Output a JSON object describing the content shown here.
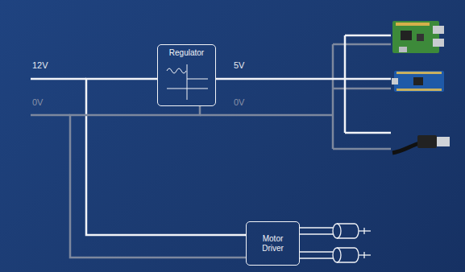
{
  "diagram": {
    "nodes": [
      {
        "text": [
          "Regulator"
        ]
      },
      {
        "text": [
          "Motor Driver"
        ]
      }
    ],
    "edges": [
      {
        "from": 0,
        "to": 1,
        "arrow": "none"
      },
      {
        "from": 0,
        "to": 1,
        "arrow": "none"
      }
    ],
    "labels": [
      "12V",
      "0V",
      "5V",
      "0V"
    ]
  }
}
